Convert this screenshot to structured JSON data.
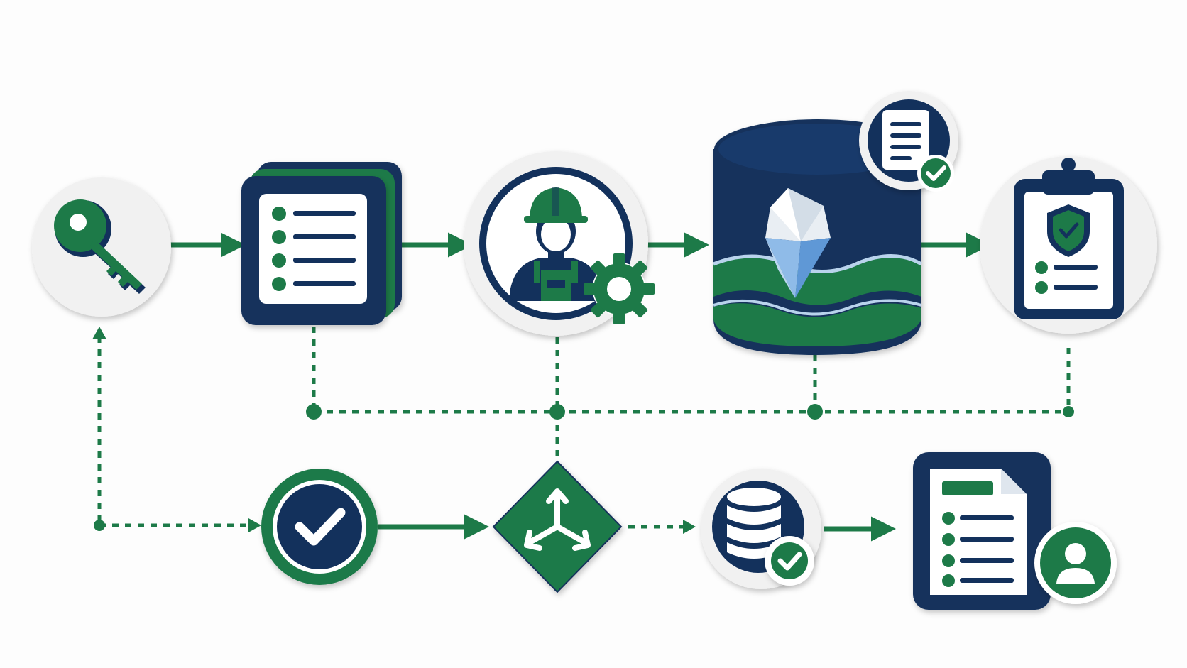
{
  "colors": {
    "navy": "#13315c",
    "green": "#1d7a48",
    "white": "#ffffff",
    "circle_bg": "#f4f4f4",
    "ice_light": "#cfe3f6",
    "ice_mid": "#7fb0e3",
    "ice_dark": "#3f7fc8"
  },
  "nodes": [
    {
      "id": "key",
      "icon": "key-icon"
    },
    {
      "id": "checklist",
      "icon": "checklist-icon"
    },
    {
      "id": "engineer",
      "icon": "engineer-with-gear-icon"
    },
    {
      "id": "data-lake",
      "icon": "iceberg-database-icon",
      "badge": "document-check-icon"
    },
    {
      "id": "clipboard",
      "icon": "clipboard-shield-icon"
    },
    {
      "id": "validate",
      "icon": "checkmark-icon"
    },
    {
      "id": "distribute",
      "icon": "three-way-split-icon"
    },
    {
      "id": "db-verified",
      "icon": "database-check-icon"
    },
    {
      "id": "user-report",
      "icon": "document-user-icon"
    }
  ],
  "edges": [
    {
      "from": "key",
      "to": "checklist",
      "style": "solid"
    },
    {
      "from": "checklist",
      "to": "engineer",
      "style": "solid"
    },
    {
      "from": "engineer",
      "to": "data-lake",
      "style": "solid"
    },
    {
      "from": "data-lake",
      "to": "clipboard",
      "style": "solid"
    },
    {
      "from": "validate",
      "to": "distribute",
      "style": "solid"
    },
    {
      "from": "distribute",
      "to": "db-verified",
      "style": "dotted"
    },
    {
      "from": "db-verified",
      "to": "user-report",
      "style": "solid"
    },
    {
      "from": "bus",
      "to": "key",
      "style": "dotted"
    },
    {
      "from": "bus",
      "to": "validate",
      "style": "dotted"
    }
  ]
}
